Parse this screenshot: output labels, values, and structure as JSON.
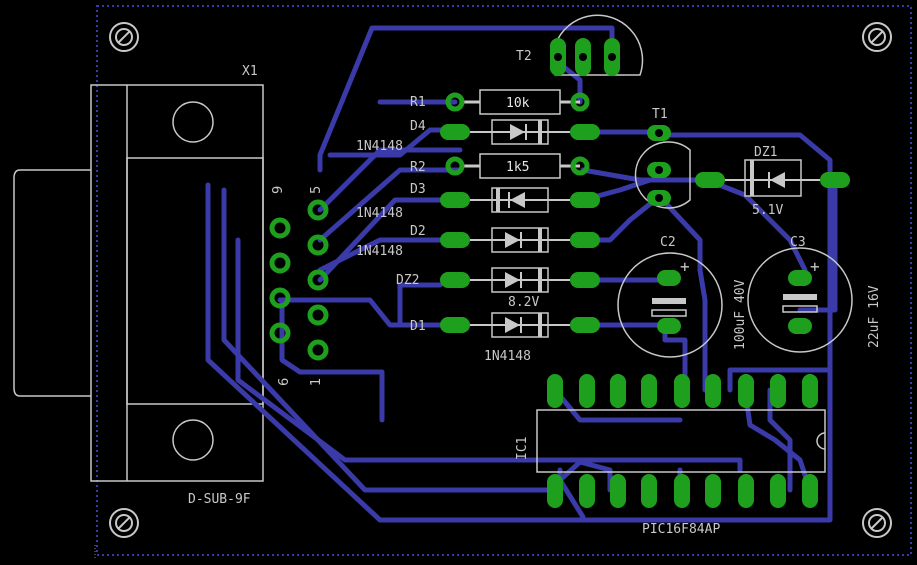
{
  "colors": {
    "background": "#000000",
    "trace": "#3a3aa8",
    "pad": "#1ea01e",
    "silkscreen": "#c8c8c8",
    "border": "#3a3aa8"
  },
  "labels": {
    "x1": "X1",
    "dsub": "D-SUB-9F",
    "pin9": "9",
    "pin5": "5",
    "pin6": "6",
    "pin1": "1",
    "t2": "T2",
    "t1": "T1",
    "r1": "R1",
    "r1_val": "10k",
    "r2": "R2",
    "r2_val": "1k5",
    "d4": "D4",
    "d4_val": "1N4148",
    "d3": "D3",
    "d3_val": "1N4148",
    "d2": "D2",
    "d2_val": "1N4148",
    "dz2": "DZ2",
    "dz2_val": "8.2V",
    "d1": "D1",
    "d1_val": "1N4148",
    "dz1": "DZ1",
    "dz1_val": "5.1V",
    "c2": "C2",
    "c2_val": "100uF 40V",
    "c3": "C3",
    "c3_val": "22uF 16V",
    "ic1": "IC1",
    "ic1_val": "PIC16F84AP"
  },
  "icons": [
    "mounting-hole-icon",
    "diode-symbol-icon",
    "capacitor-polarity-icon"
  ]
}
